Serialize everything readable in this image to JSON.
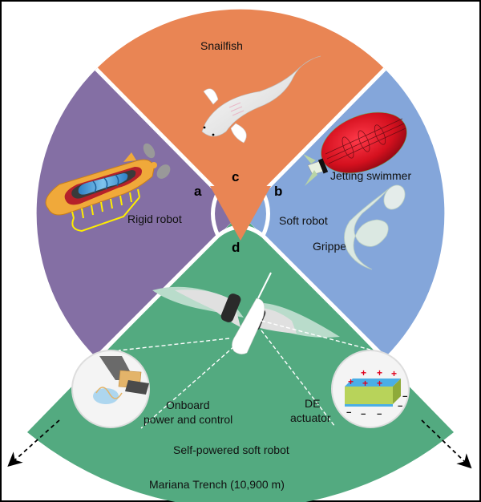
{
  "figure": {
    "caption_bottom": "Mariana Trench (10,900 m)"
  },
  "colors": {
    "sector_a_rigid": "#846fa4",
    "sector_b_soft": "#84a6da",
    "sector_c_snailfish": "#e98554",
    "sector_d_self_powered": "#53aa80",
    "divider": "#ffffff",
    "arrow": "#e98554"
  },
  "sectors": [
    {
      "id": "a",
      "letter": "a",
      "title": "Rigid robot",
      "illustration": "submarine-robot"
    },
    {
      "id": "b",
      "letter": "b",
      "title": "Soft robot",
      "items": [
        {
          "label": "Jetting swimmer",
          "illustration": "jetting-swimmer"
        },
        {
          "label": "Gripper",
          "illustration": "soft-gripper"
        }
      ]
    },
    {
      "id": "c",
      "letter": "c",
      "title": "Snailfish",
      "illustration": "snailfish"
    },
    {
      "id": "d",
      "letter": "d",
      "title": "Self-powered soft robot",
      "illustration": "soft-robot-fish",
      "callouts": [
        {
          "label_line1": "Onboard",
          "label_line2": "power and control",
          "illustration": "power-control-module"
        },
        {
          "label_line1": "DE",
          "label_line2": "actuator",
          "illustration": "de-actuator",
          "charges_top": "+",
          "charges_bottom": "−"
        }
      ]
    }
  ],
  "depth_arrows": {
    "left": "dashed-arrow-down-left",
    "right": "dashed-arrow-down-right"
  }
}
